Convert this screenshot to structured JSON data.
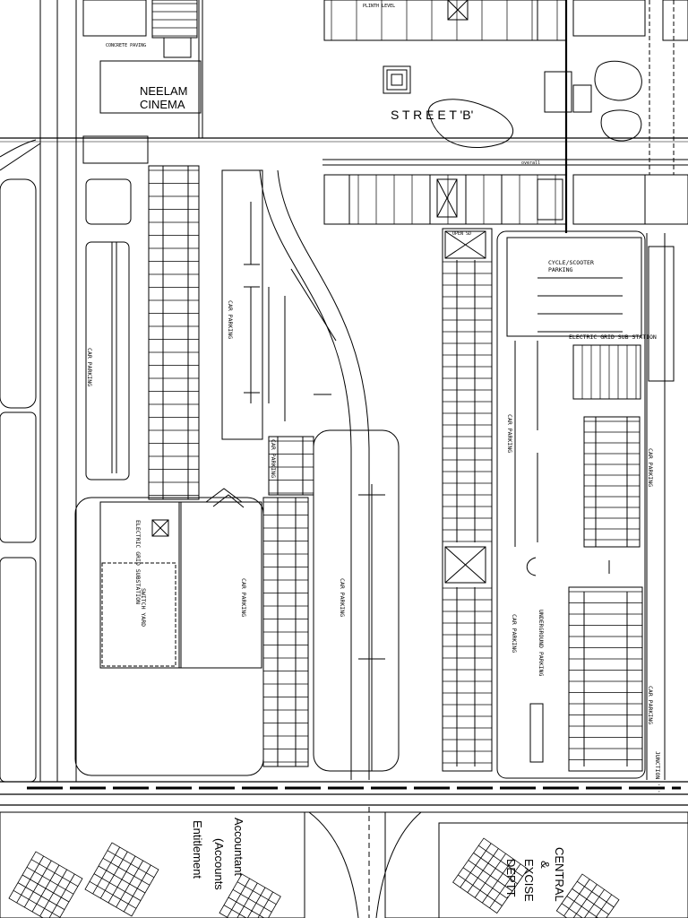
{
  "labels": {
    "neelam_cinema_line1": "NEELAM",
    "neelam_cinema_line2": "CINEMA",
    "street_b": "S T R E E T  'B'",
    "car_parking": "CAR PARKING",
    "cycle_scooter_line1": "CYCLE/SCOOTER",
    "cycle_scooter_line2": "PARKING",
    "electric_grid_sub_station": "ELECTRIC GRID SUB STATION",
    "electric_grid_substation_west": "ELECTRIC GRID SUBSTATION",
    "switch_yard": "SWITCH YARD",
    "underground_parking": "UNDERGROUND PARKING",
    "junction_c": "JUNCTION 'C'",
    "accountant_line1": "Accountant",
    "accountant_line2": "(Accounts",
    "accountant_line3": "Entitlement",
    "central_line1": "CENTRAL",
    "central_line2": "&",
    "central_line3": "EXCISE",
    "central_line4": "DEPTT.",
    "concrete_paving": "CONCRETE PAVING",
    "open_sd": "OPEN SD",
    "plinth_level": "PLINTH LEVEL",
    "overall": "overall"
  },
  "colors": {
    "line": "#000000",
    "background": "#ffffff"
  }
}
